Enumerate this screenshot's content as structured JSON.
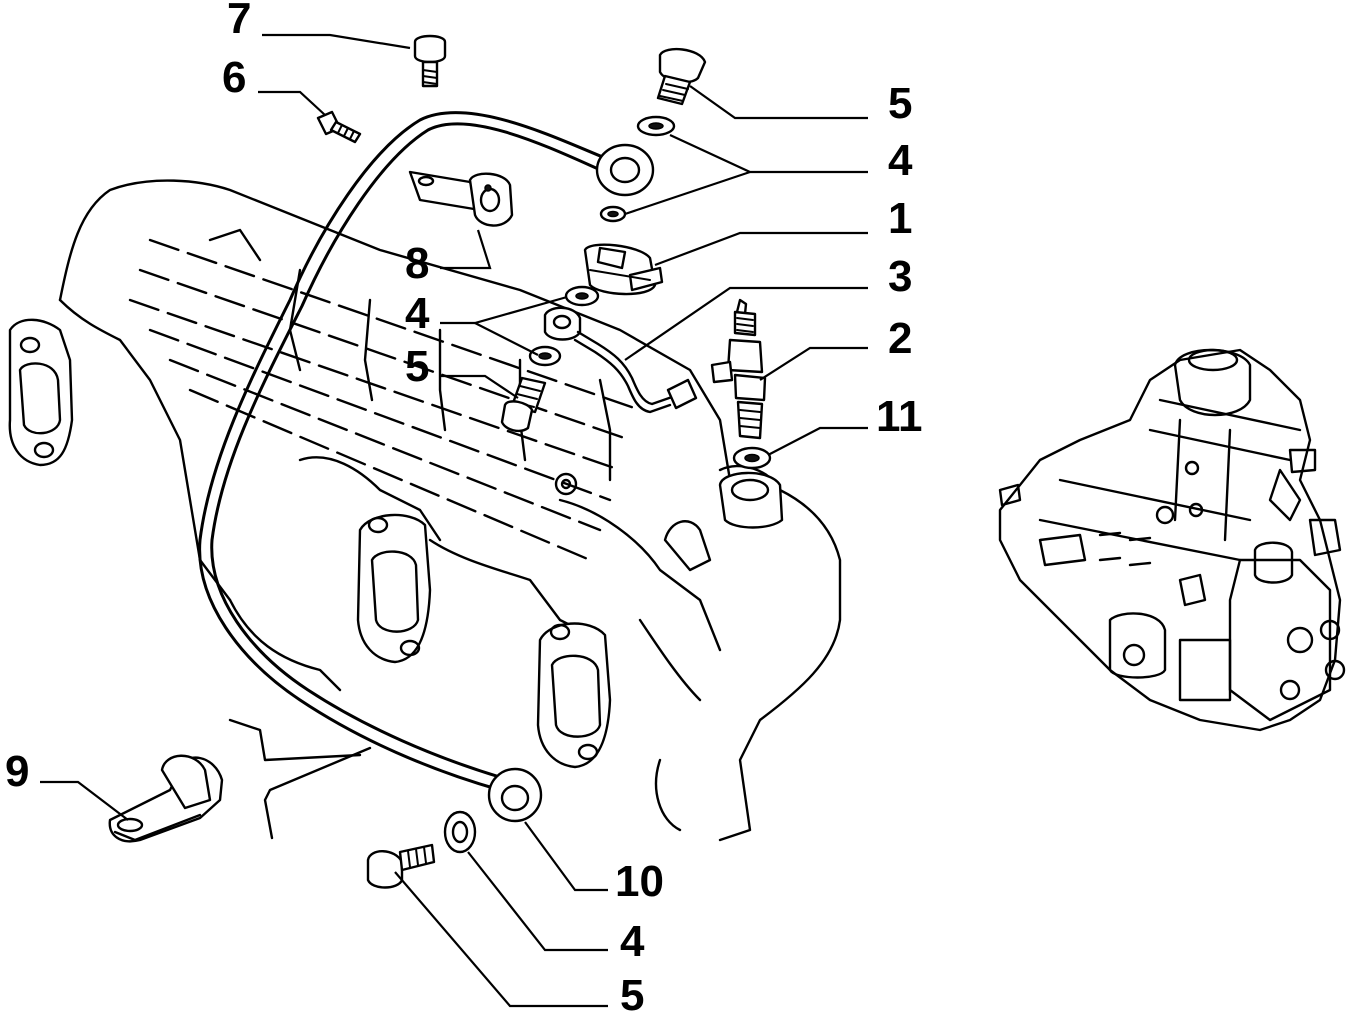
{
  "diagram": {
    "callouts": [
      {
        "id": "c7",
        "text": "7"
      },
      {
        "id": "c6",
        "text": "6"
      },
      {
        "id": "c5a",
        "text": "5"
      },
      {
        "id": "c4a",
        "text": "4"
      },
      {
        "id": "c1",
        "text": "1"
      },
      {
        "id": "c8",
        "text": "8"
      },
      {
        "id": "c3",
        "text": "3"
      },
      {
        "id": "c4b",
        "text": "4"
      },
      {
        "id": "c2",
        "text": "2"
      },
      {
        "id": "c5b",
        "text": "5"
      },
      {
        "id": "c11",
        "text": "11"
      },
      {
        "id": "c9",
        "text": "9"
      },
      {
        "id": "c10",
        "text": "10"
      },
      {
        "id": "c4c",
        "text": "4"
      },
      {
        "id": "c5c",
        "text": "5"
      }
    ],
    "icons": {
      "manifold": "exhaust-manifold-icon",
      "pipe": "return-pipe-icon",
      "pump": "injection-pump-icon"
    }
  }
}
